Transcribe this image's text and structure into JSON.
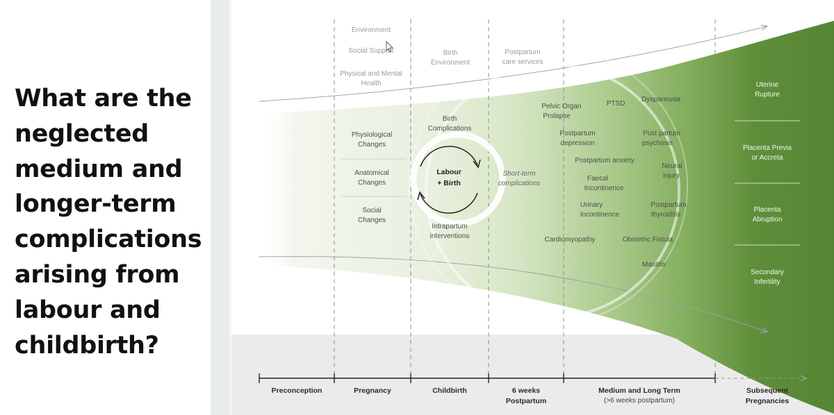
{
  "slide": {
    "question": "What are the neglected medium and longer-term complications arising from labour and childbirth?"
  },
  "diagram": {
    "pregnancy_influences": [
      "Environment",
      "Social Support",
      "Physical and Mental Health"
    ],
    "childbirth_influence": [
      "Birth",
      "Environment"
    ],
    "postpartum_influence": [
      "Postpartum",
      "care services"
    ],
    "pregnancy_changes": [
      [
        "Physiological",
        "Changes"
      ],
      [
        "Anatomical",
        "Changes"
      ],
      [
        "Social",
        "Changes"
      ]
    ],
    "birth_complications": [
      "Birth",
      "Complications"
    ],
    "labour_birth": [
      "Labour",
      "+ Birth"
    ],
    "intrapartum": [
      "Intrapartum",
      "interventions"
    ],
    "short_term": [
      "Short-term",
      "complications"
    ],
    "complications": {
      "pelvic_organ_prolapse": [
        "Pelvic Organ",
        "Prolapse"
      ],
      "ptsd": [
        "PTSD"
      ],
      "dyspareunia": [
        "Dyspareunia"
      ],
      "postpartum_depression": [
        "Postpartum",
        "depression"
      ],
      "post_partum_psychosis": [
        "Post partum",
        "psychosis"
      ],
      "postpartum_anxiety": [
        "Postpartum anxiety"
      ],
      "neural_injury": [
        "Neural",
        "injury"
      ],
      "faecal_incontinence": [
        "Faecal",
        "Incontinence"
      ],
      "urinary_incontinence": [
        "Urinary",
        "Incontinence"
      ],
      "postpartum_thyroiditis": [
        "Postpartum",
        "thyroiditis"
      ],
      "cardiomyopathy": [
        "Cardiomyopathy"
      ],
      "obstetric_fistula": [
        "Obstetric Fistula"
      ],
      "mastitis": [
        "Mastitis"
      ]
    },
    "subsequent_pregnancy_outcomes": [
      [
        "Uterine",
        "Rupture"
      ],
      [
        "Placenta Previa",
        "or Accreta"
      ],
      [
        "Placenta",
        "Abruption"
      ],
      [
        "Secondary",
        "Infertility"
      ]
    ],
    "timeline": [
      {
        "label": "Preconception",
        "sub": ""
      },
      {
        "label": "Pregnancy",
        "sub": ""
      },
      {
        "label": "Childbirth",
        "sub": ""
      },
      {
        "label": "6 weeks",
        "sub": "Postpartum"
      },
      {
        "label": "Medium and Long Term",
        "sub": "(>6 weeks postpartum)"
      },
      {
        "label": "Subsequent",
        "sub": "Pregnancies"
      }
    ]
  },
  "colors": {
    "dark_green": "#5b8c36",
    "light_green": "#dce9cb",
    "bottom_band": "#ebebeb"
  }
}
